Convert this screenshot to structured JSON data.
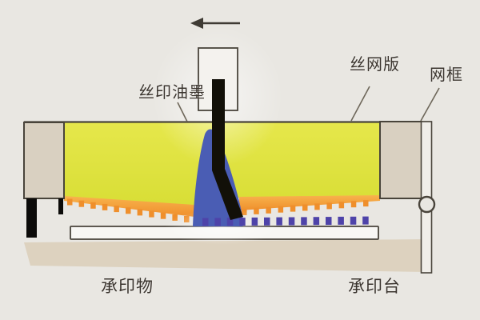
{
  "figure": {
    "type": "process-diagram",
    "subject": "silk screen printing cross-section",
    "squeegee_direction": "left"
  },
  "labels": {
    "ink": "丝印油墨",
    "screen_plate": "丝网版",
    "frame": "网框",
    "substrate": "承印物",
    "table": "承印台"
  },
  "icons": {
    "direction_arrow": "left-arrow"
  },
  "colors": {
    "background": "#e9e7e2",
    "ink_layer": "#d8de36",
    "ink_layer_top": "#e6e74b",
    "mesh": "#ef8f2c",
    "mesh_light": "#f8b34d",
    "ink_blob": "#4a5db4",
    "printed_ink": "#4e43a9",
    "frame_block": "#d9d0c1",
    "side_rail": "#f0eee9",
    "table_base": "#ddd2bf",
    "substrate": "#f8f7f4",
    "squeegee": "#121008",
    "outline": "#49443b",
    "leader": "#6e675a",
    "label_text": "#3a342e",
    "arrow": "#3f3b34",
    "leg": "#0c0b09"
  }
}
